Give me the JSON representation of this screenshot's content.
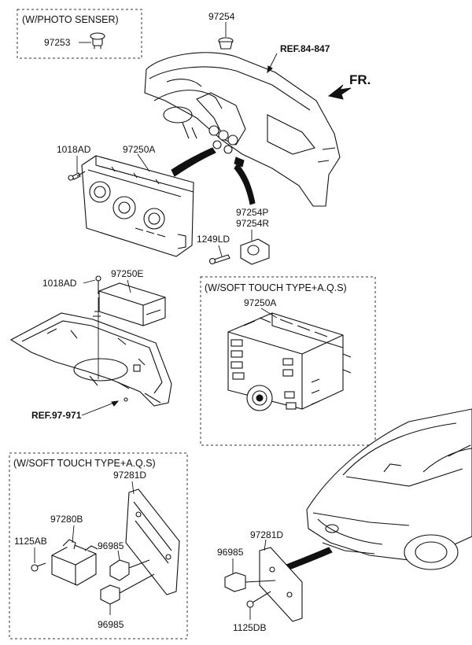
{
  "groups": {
    "photo_sensor": "(W/PHOTO SENSER)",
    "soft_touch_1": "(W/SOFT TOUCH TYPE+A.Q.S)",
    "soft_touch_2": "(W/SOFT TOUCH TYPE+A.Q.S)"
  },
  "refs": {
    "ref_84_847": "REF.84-847",
    "ref_97_971": "REF.97-971",
    "front": "FR."
  },
  "parts": {
    "p97253": "97253",
    "p97254": "97254",
    "p1018ad_a": "1018AD",
    "p97250a_main": "97250A",
    "p97254p": "97254P",
    "p97254r": "97254R",
    "p1249ld": "1249LD",
    "p1018ad_b": "1018AD",
    "p97250e": "97250E",
    "p97250a_alt": "97250A",
    "p97281d_box": "97281D",
    "p97280b": "97280B",
    "p1125ab": "1125AB",
    "p96985_upper": "96985",
    "p96985_lower": "96985",
    "p97281d_car": "97281D",
    "p96985_car": "96985",
    "p1125db": "1125DB"
  }
}
